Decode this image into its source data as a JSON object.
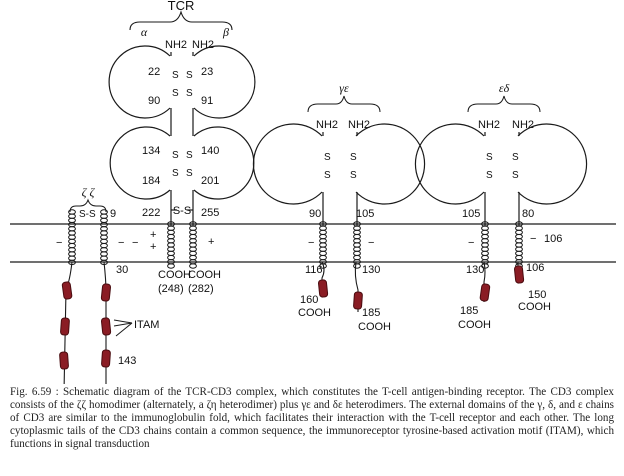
{
  "diagram": {
    "tcr_label": "TCR",
    "alpha": "α",
    "beta": "β",
    "ge_label": "γε",
    "ed_label": "εδ",
    "zz_label": "ζ ζ",
    "nh2": "NH2",
    "ss": "S-S",
    "sign_minus": "−",
    "sign_plus": "+",
    "cooh": "COOH",
    "tcr_residues": {
      "a22": "22",
      "b23": "23",
      "a90": "90",
      "b91": "91",
      "a134": "134",
      "b140": "140",
      "a184": "184",
      "b201": "201",
      "a222": "222",
      "b255": "255",
      "a248": "(248)",
      "b282": "(282)"
    },
    "zeta_residues": {
      "r9": "9",
      "r30": "30",
      "r143": "143"
    },
    "ge_residues": {
      "g90": "90",
      "e105": "105",
      "g116": "116",
      "e130": "130",
      "g160": "160",
      "e185": "185"
    },
    "ed_residues": {
      "e105": "105",
      "d80": "80",
      "d106_mem": "106",
      "e130": "130",
      "d106": "106",
      "e185": "185",
      "d150": "150"
    },
    "itam_label": "ITAM",
    "colors": {
      "itam": "#8a1c24",
      "itam_edge": "#4a0c10",
      "line": "#1a1a1a"
    }
  },
  "caption": {
    "fig_no": "Fig. 6.59 :",
    "text": "Schematic diagram of the TCR-CD3 complex, which constitutes the T-cell antigen-binding receptor. The CD3 complex consists of the ζζ homodimer (alternately, a ζη heterodimer) plus γε and δε heterodimers. The external domains of the γ, δ, and ε chains of CD3 are similar to the immunoglobulin fold, which facilitates their interaction with the T-cell receptor and each other. The long cytoplasmic tails of the CD3 chains contain a common sequence, the immunoreceptor tyrosine-based activation motif (ITAM), which functions in signal transduction"
  }
}
